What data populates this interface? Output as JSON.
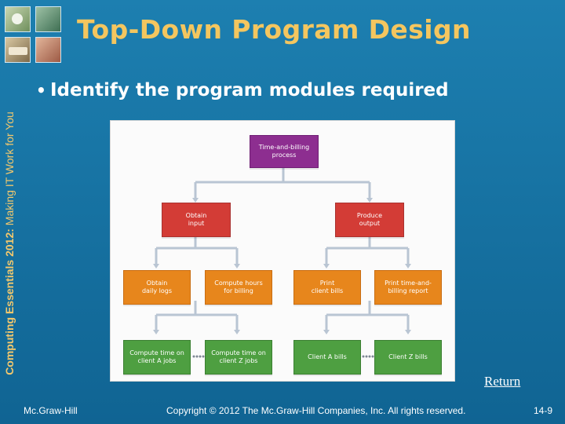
{
  "slide": {
    "sidebar_prefix": "Computing Essentials 2012:",
    "sidebar_suffix": "Making IT Work for You",
    "title": "Top-Down Program Design",
    "bullet": "Identify the program modules required",
    "return_label": "Return",
    "publisher": "Mc.Graw-Hill",
    "copyright": "Copyright © 2012 The Mc.Graw-Hill Companies, Inc. All rights reserved.",
    "page_number": "14-9"
  },
  "diagram": {
    "root": {
      "line1": "Time-and-billing",
      "line2": "process",
      "color": "#8d2e90"
    },
    "level2": [
      {
        "line1": "Obtain",
        "line2": "input",
        "color": "#d33c36"
      },
      {
        "line1": "Produce",
        "line2": "output",
        "color": "#d33c36"
      }
    ],
    "level3": [
      {
        "line1": "Obtain",
        "line2": "daily logs",
        "color": "#e7861c"
      },
      {
        "line1": "Compute hours",
        "line2": "for billing",
        "color": "#e7861c"
      },
      {
        "line1": "Print",
        "line2": "client bills",
        "color": "#e7861c"
      },
      {
        "line1": "Print time-and-",
        "line2": "billing report",
        "color": "#e7861c"
      }
    ],
    "level4": [
      {
        "line1": "Compute time on",
        "line2": "client A jobs",
        "color": "#4e9f41"
      },
      {
        "line1": "Compute time on",
        "line2": "client Z jobs",
        "color": "#4e9f41"
      },
      {
        "line1": "Client A bills",
        "line2": "",
        "color": "#4e9f41"
      },
      {
        "line1": "Client Z bills",
        "line2": "",
        "color": "#4e9f41"
      }
    ],
    "connector_color": "#b9c5d3",
    "dots_color": "#7d8793"
  }
}
